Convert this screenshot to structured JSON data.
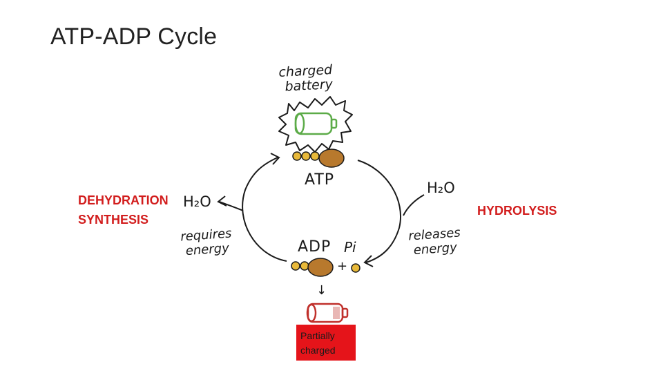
{
  "slide": {
    "title": "ATP-ADP Cycle"
  },
  "labels": {
    "dehydration_line1": "DEHYDRATION",
    "dehydration_line2": "SYNTHESIS",
    "hydrolysis": "HYDROLYSIS"
  },
  "drawing": {
    "charged_line1": "charged",
    "charged_line2": "battery",
    "atp": "ATP",
    "adp": "ADP",
    "pi": "Pi",
    "h2o_left": "H₂O",
    "h2o_right": "H₂O",
    "requires_line1": "requires",
    "requires_line2": "energy",
    "releases_line1": "releases",
    "releases_line2": "energy",
    "plus": "+",
    "down_arrow": "↓"
  },
  "callout": {
    "line1": "Partially",
    "line2": "charged"
  },
  "colors": {
    "red_label": "#d21d1d",
    "callout_fill": "#e5141a",
    "battery_full": "#5cab48",
    "battery_partial": "#c0302b",
    "phosphate": "#e8b93a",
    "adenosine": "#b8792d"
  }
}
